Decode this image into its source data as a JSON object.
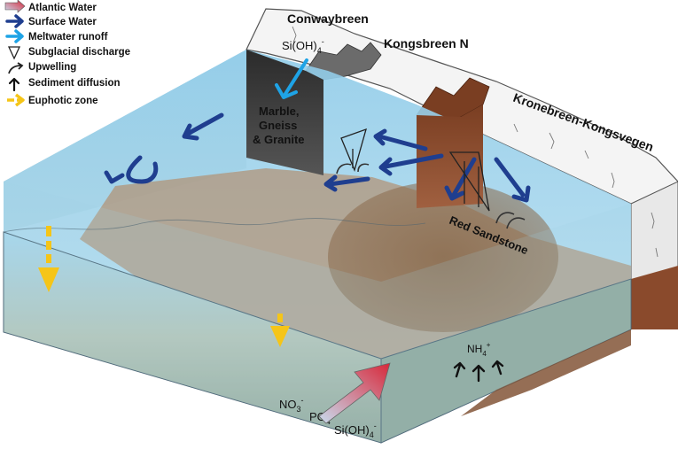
{
  "legend": {
    "atlantic_water": "Atlantic Water",
    "surface_water": "Surface Water",
    "meltwater_runoff": "Meltwater runoff",
    "subglacial_discharge": "Subglacial discharge",
    "upwelling": "Upwelling",
    "sediment_diffusion": "Sediment diffusion",
    "euphotic_zone": "Euphotic zone"
  },
  "glaciers": {
    "conwaybreen": "Conwaybreen",
    "kongsbreen_n": "Kongsbreen N",
    "kronebreen": "Kronebreen-Kongsvegen"
  },
  "rocks": {
    "marble_line1": "Marble,",
    "marble_line2": "Gneiss",
    "marble_line3": "& Granite",
    "red_sandstone": "Red Sandstone"
  },
  "chemistry": {
    "silicate_top": {
      "base": "Si(OH)",
      "sub": "4",
      "sup": "-"
    },
    "ammonium": {
      "base": "NH",
      "sub": "4",
      "sup": "+"
    },
    "nitrate": {
      "base": "NO",
      "sub": "3",
      "sup": "-"
    },
    "phosphate": {
      "base": "PO",
      "sub": "4",
      "sup": "-"
    },
    "silicate_bottom": {
      "base": "Si(OH)",
      "sub": "4",
      "sup": "-"
    }
  },
  "colors": {
    "atlantic_water": "#d7283a",
    "surface_water": "#1f3e8f",
    "meltwater_runoff": "#1ea3e6",
    "euphotic_zone": "#f5c518",
    "sediment": "#8b6a4a",
    "red_sandstone": "#8a4a2c"
  }
}
